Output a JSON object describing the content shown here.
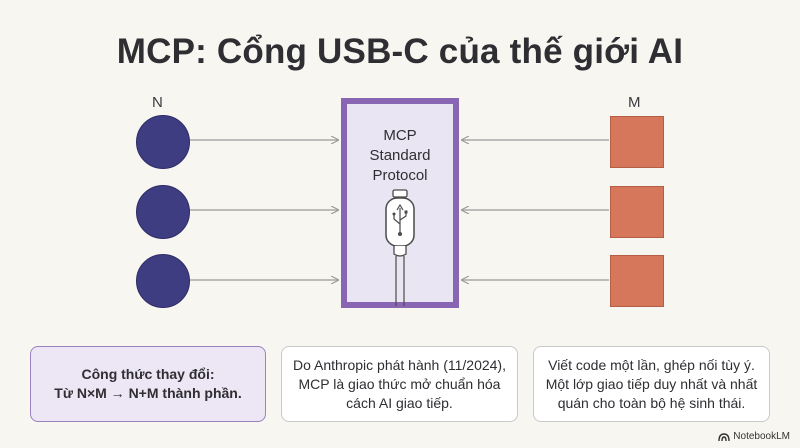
{
  "title": "MCP: Cổng USB-C của thế giới AI",
  "left_group": {
    "label": "N",
    "count": 3,
    "color": "#3f3d82"
  },
  "right_group": {
    "label": "M",
    "count": 3,
    "color": "#d6775c"
  },
  "hub": {
    "lines": [
      "MCP",
      "Standard",
      "Protocol"
    ],
    "icon": "usb-c-cable-icon",
    "border_color": "#8966b3"
  },
  "cards": {
    "formula": [
      "Công thức thay đổi:",
      "Từ N×M → N+M thành phần."
    ],
    "anthropic": [
      "Do Anthropic phát hành (11/2024),",
      "MCP là giao thức mở chuẩn hóa",
      "cách AI giao tiếp."
    ],
    "write": [
      "Viết code một lần, ghép nối tùy ý.",
      "Một lớp giao tiếp duy nhất và nhất",
      "quán cho toàn bộ hệ sinh thái."
    ]
  },
  "brand": {
    "text": "NotebookLM",
    "icon": "notebooklm-logo-icon"
  }
}
